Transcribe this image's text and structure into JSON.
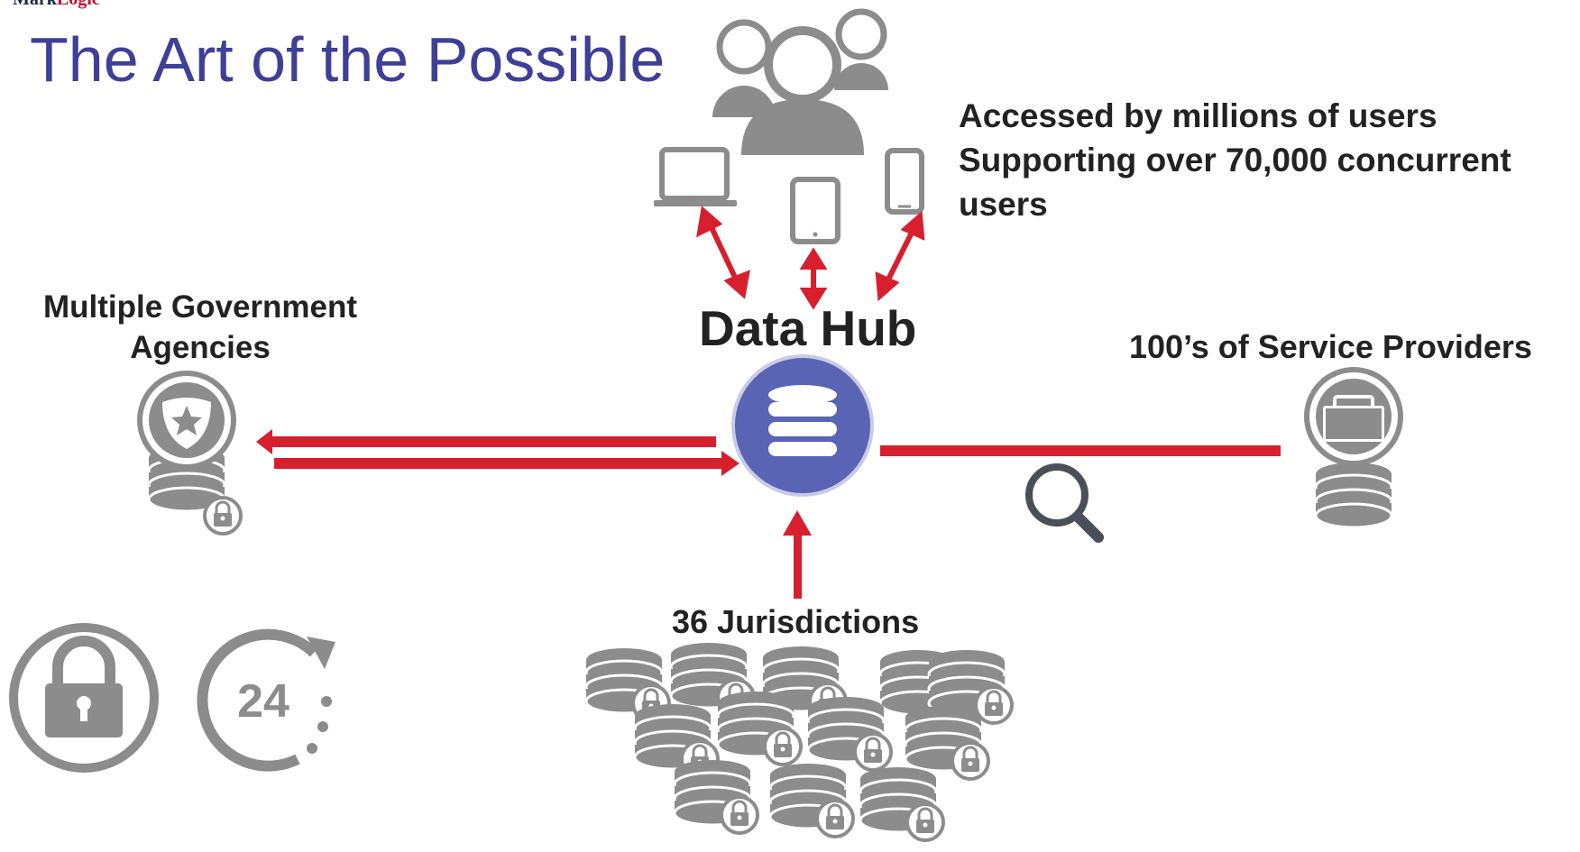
{
  "logo": {
    "part1": "Mark",
    "part2": "Logic"
  },
  "title": "The Art of the Possible",
  "users": {
    "line1": "Accessed by millions of users",
    "line2": "Supporting over 70,000 concurrent",
    "line3": "users"
  },
  "hub": {
    "label": "Data Hub"
  },
  "agencies": {
    "line1": "Multiple Government",
    "line2": "Agencies"
  },
  "providers": {
    "label": "100’s of Service Providers"
  },
  "jurisdictions": {
    "label": "36 Jurisdictions"
  },
  "badge": {
    "hours": "24"
  },
  "colors": {
    "accent_red": "#d71f2e",
    "hub_blue": "#5a64b4",
    "icon_gray": "#8c8c8c",
    "title_blue": "#3e3f97"
  }
}
